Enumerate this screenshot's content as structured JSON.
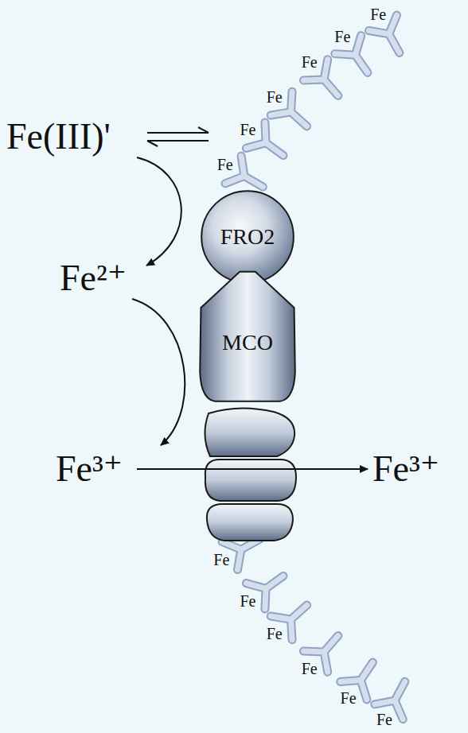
{
  "diagram": {
    "nodes": [
      {
        "text": [
          "FRO2"
        ]
      },
      {
        "text": [
          "MCO"
        ]
      }
    ],
    "labels": [
      "Fe",
      "Fe",
      "Fe",
      "Fe",
      "Fe",
      "Fe",
      "Fe(III)'",
      "Fe²⁺",
      "Fe³⁺",
      "Fe³⁺",
      "Fe",
      "Fe",
      "Fe",
      "Fe",
      "Fe",
      "Fe"
    ]
  }
}
